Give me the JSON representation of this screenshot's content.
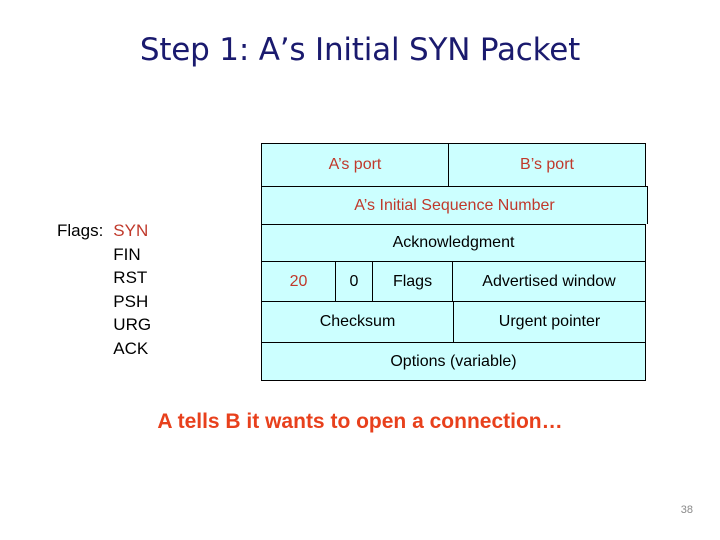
{
  "slide": {
    "title": "Step 1: A’s Initial SYN Packet",
    "caption": "A tells B it wants to open a connection…",
    "page_number": "38",
    "colors": {
      "title": "#1a1a6e",
      "accent_red": "#c0392b",
      "caption_red": "#e8401c",
      "cell_background": "#ccffff",
      "border": "#000000",
      "page_number": "#8a8a8a"
    }
  },
  "flags": {
    "label": "Flags:",
    "items": [
      {
        "name": "SYN",
        "highlighted": true
      },
      {
        "name": "FIN",
        "highlighted": false
      },
      {
        "name": "RST",
        "highlighted": false
      },
      {
        "name": "PSH",
        "highlighted": false
      },
      {
        "name": "URG",
        "highlighted": false
      },
      {
        "name": "ACK",
        "highlighted": false
      }
    ]
  },
  "packet": {
    "rows": [
      {
        "name": "ports",
        "cells": [
          {
            "label": "A’s port",
            "accent": true
          },
          {
            "label": "B’s port",
            "accent": true
          }
        ]
      },
      {
        "name": "sequence-number",
        "cells": [
          {
            "label": "A’s Initial Sequence Number",
            "accent": true
          }
        ]
      },
      {
        "name": "acknowledgment",
        "cells": [
          {
            "label": "Acknowledgment",
            "accent": false
          }
        ]
      },
      {
        "name": "offset-reserved-flags-window",
        "cells": [
          {
            "label": "20",
            "accent": true
          },
          {
            "label": "0",
            "accent": false
          },
          {
            "label": "Flags",
            "accent": false
          },
          {
            "label": "Advertised window",
            "accent": false
          }
        ]
      },
      {
        "name": "checksum-urgent",
        "cells": [
          {
            "label": "Checksum",
            "accent": false
          },
          {
            "label": "Urgent pointer",
            "accent": false
          }
        ]
      },
      {
        "name": "options",
        "cells": [
          {
            "label": "Options (variable)",
            "accent": false
          }
        ]
      }
    ]
  }
}
